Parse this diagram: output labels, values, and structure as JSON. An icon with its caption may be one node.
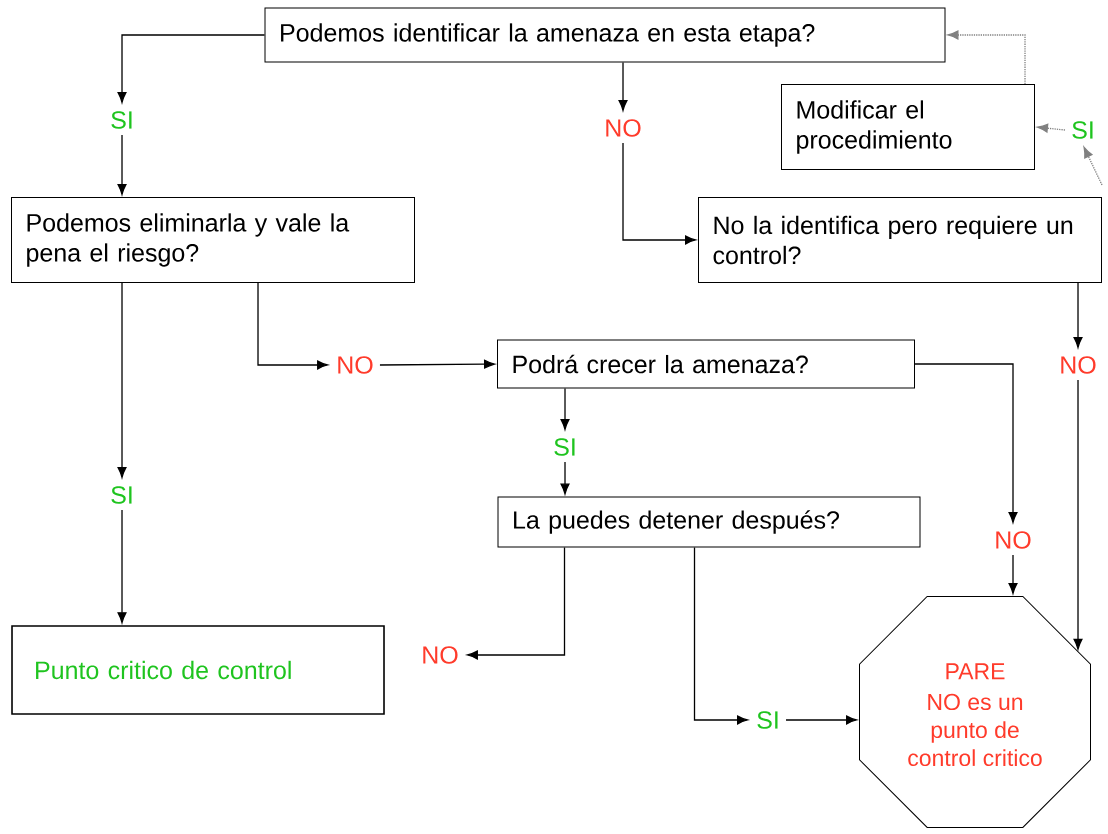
{
  "diagram": {
    "nodes": [
      {
        "text": [
          "Podemos identificar la amenaza en esta etapa?"
        ]
      },
      {
        "text": [
          "Modificar el procedimiento"
        ]
      },
      {
        "text": [
          "SI"
        ]
      },
      {
        "text": [
          "NO"
        ]
      },
      {
        "text": [
          "SI"
        ]
      },
      {
        "text": [
          "Podemos eliminarla y vale la pena el riesgo?"
        ]
      },
      {
        "text": [
          "No la identifica pero requiere un control?"
        ]
      },
      {
        "text": [
          "NO"
        ]
      },
      {
        "text": [
          "Podrá crecer la amenaza?"
        ]
      },
      {
        "text": [
          "NO"
        ]
      },
      {
        "text": [
          "SI"
        ]
      },
      {
        "text": [
          "SI"
        ]
      },
      {
        "text": [
          "La puedes detener después?"
        ]
      },
      {
        "text": [
          "NO"
        ]
      },
      {
        "text": [
          "Punto critico de control"
        ]
      },
      {
        "text": [
          "NO"
        ]
      },
      {
        "text": [
          "SI"
        ]
      },
      {
        "text": [
          "PARE",
          "NO es un punto de control critico"
        ]
      }
    ],
    "edges": [
      {
        "from": 0,
        "to": 2,
        "arrow": "to"
      },
      {
        "from": 2,
        "to": 5,
        "arrow": "to"
      },
      {
        "from": 0,
        "to": 3,
        "arrow": "to"
      },
      {
        "from": 3,
        "to": 6,
        "arrow": "to"
      },
      {
        "from": 4,
        "to": 1,
        "arrow": "to",
        "style": "dashed",
        "color": "#808080"
      },
      {
        "from": 1,
        "to": 0,
        "arrow": "to",
        "style": "dashed",
        "color": "#808080"
      },
      {
        "from": null,
        "to": 4,
        "arrow": "to",
        "style": "dashed",
        "color": "#808080"
      },
      {
        "from": 5,
        "to": 7,
        "arrow": "to"
      },
      {
        "from": 7,
        "to": 8,
        "arrow": "to"
      },
      {
        "from": 6,
        "to": 9,
        "arrow": "to"
      },
      {
        "from": 9,
        "to": 17,
        "arrow": "to"
      },
      {
        "from": 8,
        "to": 10,
        "arrow": "to"
      },
      {
        "from": 10,
        "to": 12,
        "arrow": "to"
      },
      {
        "from": 8,
        "to": 13,
        "arrow": "to"
      },
      {
        "from": 13,
        "to": 17,
        "arrow": "to"
      },
      {
        "from": 5,
        "to": 11,
        "arrow": "to"
      },
      {
        "from": 11,
        "to": 14,
        "arrow": "to"
      },
      {
        "from": 12,
        "to": 15,
        "arrow": "to"
      },
      {
        "from": 12,
        "to": 16,
        "arrow": "to"
      },
      {
        "from": 16,
        "to": 17,
        "arrow": "to"
      }
    ]
  }
}
